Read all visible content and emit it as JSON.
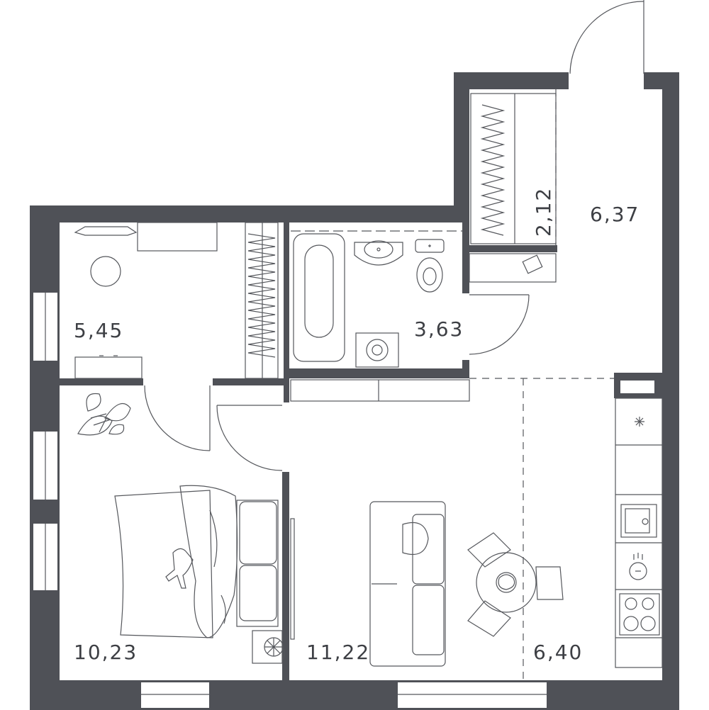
{
  "rooms": [
    {
      "key": "hall",
      "area": "5,45"
    },
    {
      "key": "bathroom",
      "area": "3,63"
    },
    {
      "key": "wardrobe",
      "area": "2,12"
    },
    {
      "key": "entrance",
      "area": "6,37"
    },
    {
      "key": "bedroom",
      "area": "10,23"
    },
    {
      "key": "living",
      "area": "11,22"
    },
    {
      "key": "kitchen",
      "area": "6,40"
    }
  ],
  "colors": {
    "wall": "#4f5157",
    "line": "#55575c",
    "text": "#3d3f44"
  }
}
